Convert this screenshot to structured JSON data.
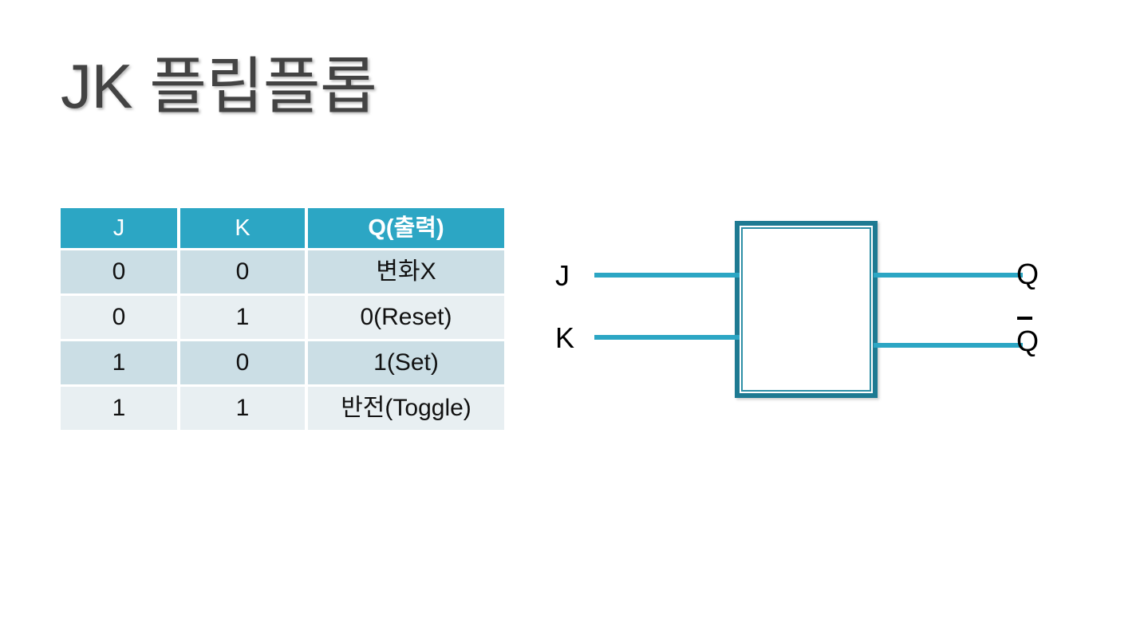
{
  "slide": {
    "title": "JK 플립플롭",
    "background_color": "#FFFFFF",
    "title_color": "#434343"
  },
  "theme": {
    "accent_teal": "#2CA6C4",
    "box_border_teal": "#1E7A92",
    "row_dark": "#CBDEE5",
    "row_light": "#E8EFF2",
    "header_text": "#FFFFFF"
  },
  "truth_table": {
    "headers": [
      "J",
      "K",
      "Q(출력)"
    ],
    "rows": [
      [
        "0",
        "0",
        "변화X"
      ],
      [
        "0",
        "1",
        "0(Reset)"
      ],
      [
        "1",
        "0",
        "1(Set)"
      ],
      [
        "1",
        "1",
        "반전(Toggle)"
      ]
    ]
  },
  "diagram": {
    "inputs": [
      {
        "label": "J"
      },
      {
        "label": "K"
      }
    ],
    "outputs": [
      {
        "label": "Q",
        "complement": false
      },
      {
        "label": "Q",
        "complement": true
      }
    ]
  }
}
